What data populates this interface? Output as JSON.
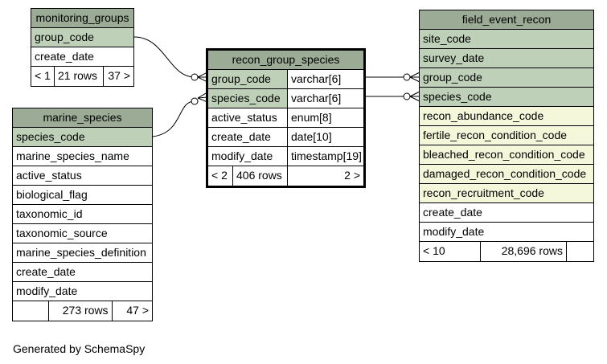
{
  "monitoring_groups": {
    "title": "monitoring_groups",
    "rows": [
      "group_code",
      "create_date"
    ],
    "footer": [
      "< 1",
      "21 rows",
      "37 >"
    ]
  },
  "marine_species": {
    "title": "marine_species",
    "rows": [
      "species_code",
      "marine_species_name",
      "active_status",
      "biological_flag",
      "taxonomic_id",
      "taxonomic_source",
      "marine_species_definition",
      "create_date",
      "modify_date"
    ],
    "footer": [
      "",
      "273 rows",
      "47 >"
    ]
  },
  "recon_group_species": {
    "title": "recon_group_species",
    "rows": [
      {
        "name": "group_code",
        "type": "varchar[6]"
      },
      {
        "name": "species_code",
        "type": "varchar[6]"
      },
      {
        "name": "active_status",
        "type": "enum[8]"
      },
      {
        "name": "create_date",
        "type": "date[10]"
      },
      {
        "name": "modify_date",
        "type": "timestamp[19]"
      }
    ],
    "footer": [
      "< 2",
      "406 rows",
      "2 >"
    ]
  },
  "field_event_recon": {
    "title": "field_event_recon",
    "rows": [
      "site_code",
      "survey_date",
      "group_code",
      "species_code",
      "recon_abundance_code",
      "fertile_recon_condition_code",
      "bleached_recon_condition_code",
      "damaged_recon_condition_code",
      "recon_recruitment_code",
      "create_date",
      "modify_date"
    ],
    "footer": [
      "< 10",
      "28,696 rows",
      ""
    ]
  },
  "generated_by": "Generated by SchemaSpy",
  "colors": {
    "header": "#9bab96",
    "key": "#bed1b8",
    "indexed": "#f4f7da"
  }
}
